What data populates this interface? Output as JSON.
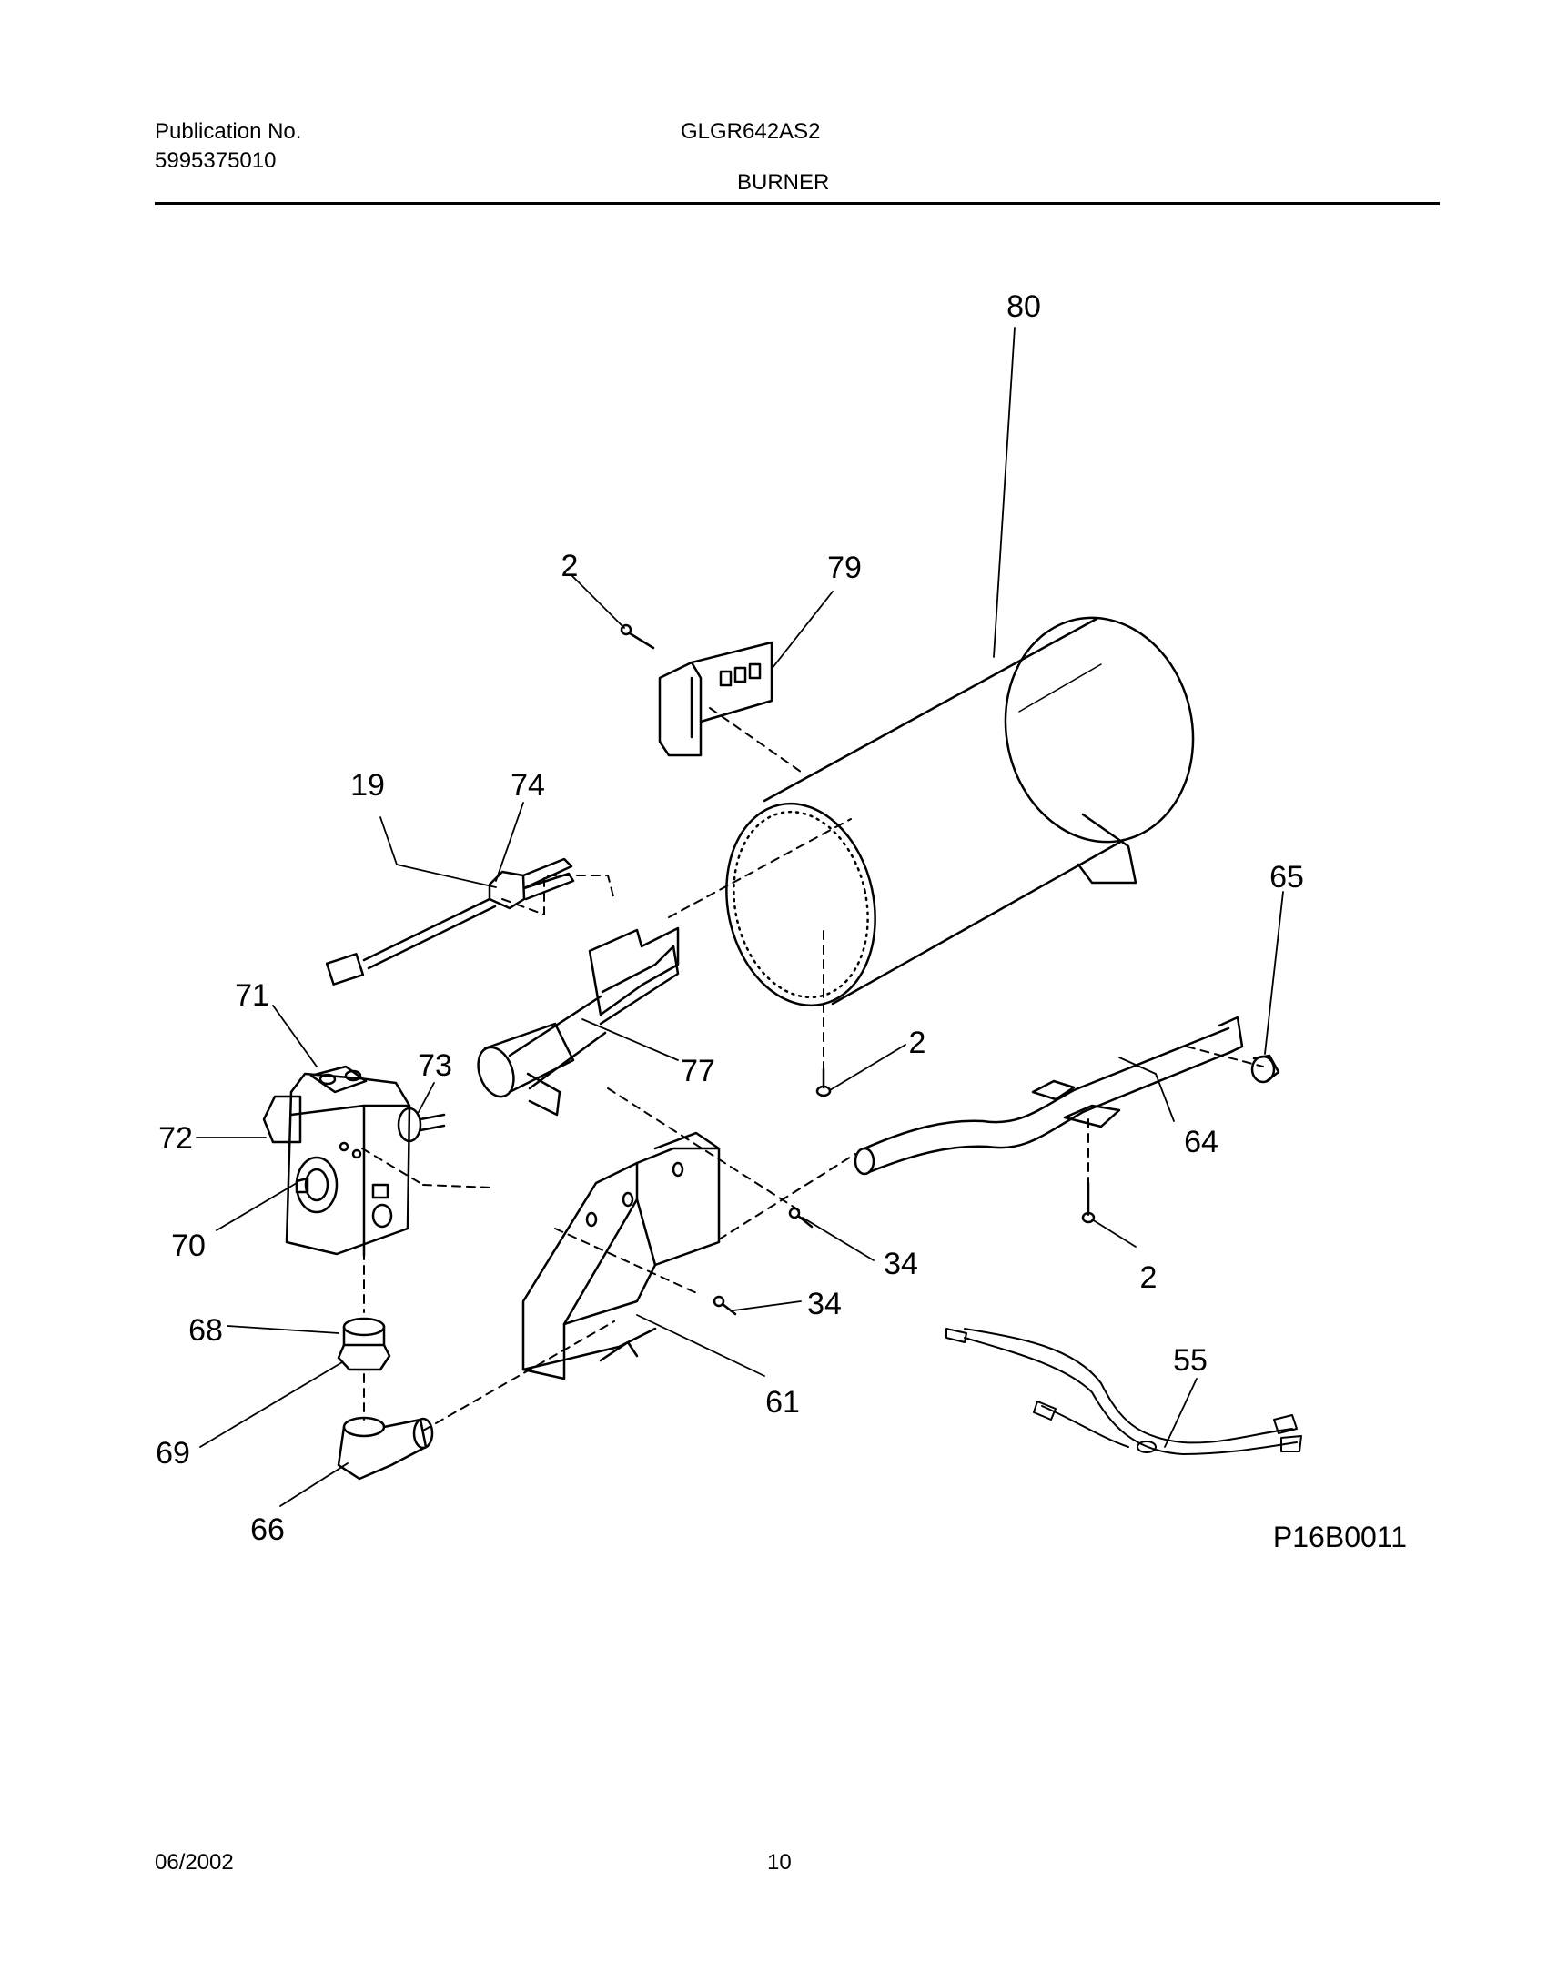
{
  "header": {
    "publication_label": "Publication No.",
    "publication_number": "5995375010",
    "model": "GLGR642AS2",
    "section": "BURNER"
  },
  "diagram": {
    "figure_code": "P16B0011",
    "callouts": {
      "c2a": "2",
      "c79": "79",
      "c80": "80",
      "c19": "19",
      "c74": "74",
      "c65": "65",
      "c71": "71",
      "c73": "73",
      "c2b": "2",
      "c77": "77",
      "c72": "72",
      "c64": "64",
      "c70": "70",
      "c34a": "34",
      "c2c": "2",
      "c34b": "34",
      "c68": "68",
      "c55": "55",
      "c61": "61",
      "c69": "69",
      "c66": "66"
    }
  },
  "footer": {
    "date": "06/2002",
    "page": "10"
  }
}
